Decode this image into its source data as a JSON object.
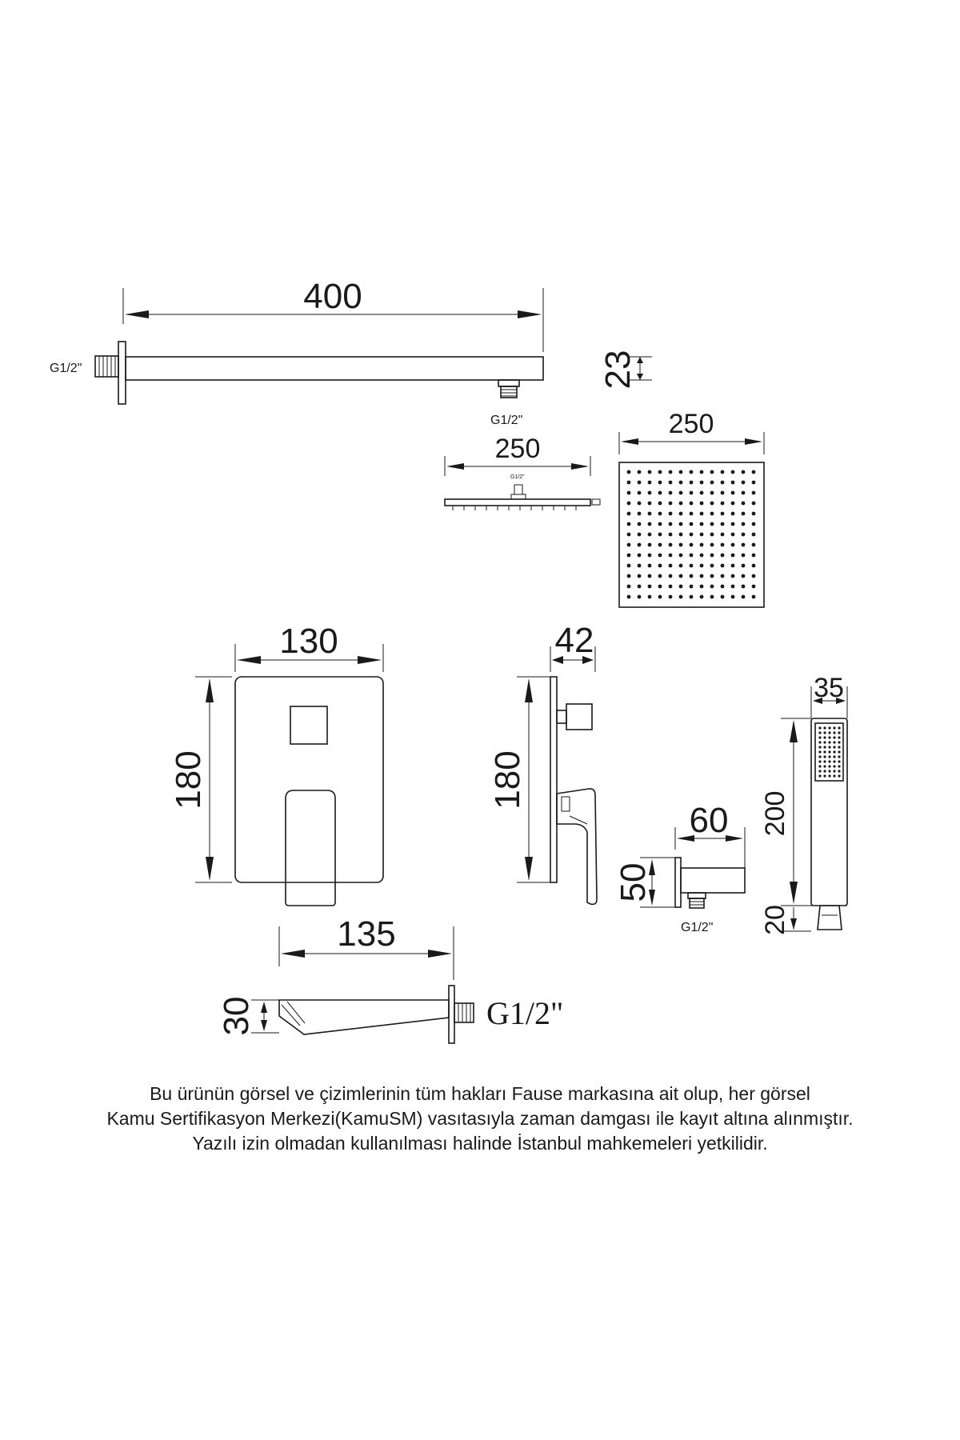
{
  "dimensions": {
    "arm_length": "400",
    "arm_height": "23",
    "head_side_width": "250",
    "head_top_width": "250",
    "mixer_width": "130",
    "mixer_height": "180",
    "mixer_side_depth": "42",
    "mixer_side_height": "180",
    "elbow_width": "60",
    "elbow_height": "50",
    "handshower_width": "35",
    "handshower_length": "200",
    "handshower_base": "20",
    "spout_length": "135",
    "spout_height": "30"
  },
  "threads": {
    "arm_wall": "G1/2\"",
    "arm_outlet": "G1/2\"",
    "head_inlet": "G1/2\"",
    "elbow_outlet": "G1/2\"",
    "spout_inlet": "G1/2\""
  },
  "notice": {
    "line1": "Bu ürünün görsel ve çizimlerinin tüm hakları Fause markasına ait olup, her görsel",
    "line2": "Kamu Sertifikasyon Merkezi(KamuSM) vasıtasıyla zaman damgası ile kayıt altına alınmıştır.",
    "line3": "Yazılı izin olmadan kullanılması halinde İstanbul mahkemeleri yetkilidir."
  }
}
